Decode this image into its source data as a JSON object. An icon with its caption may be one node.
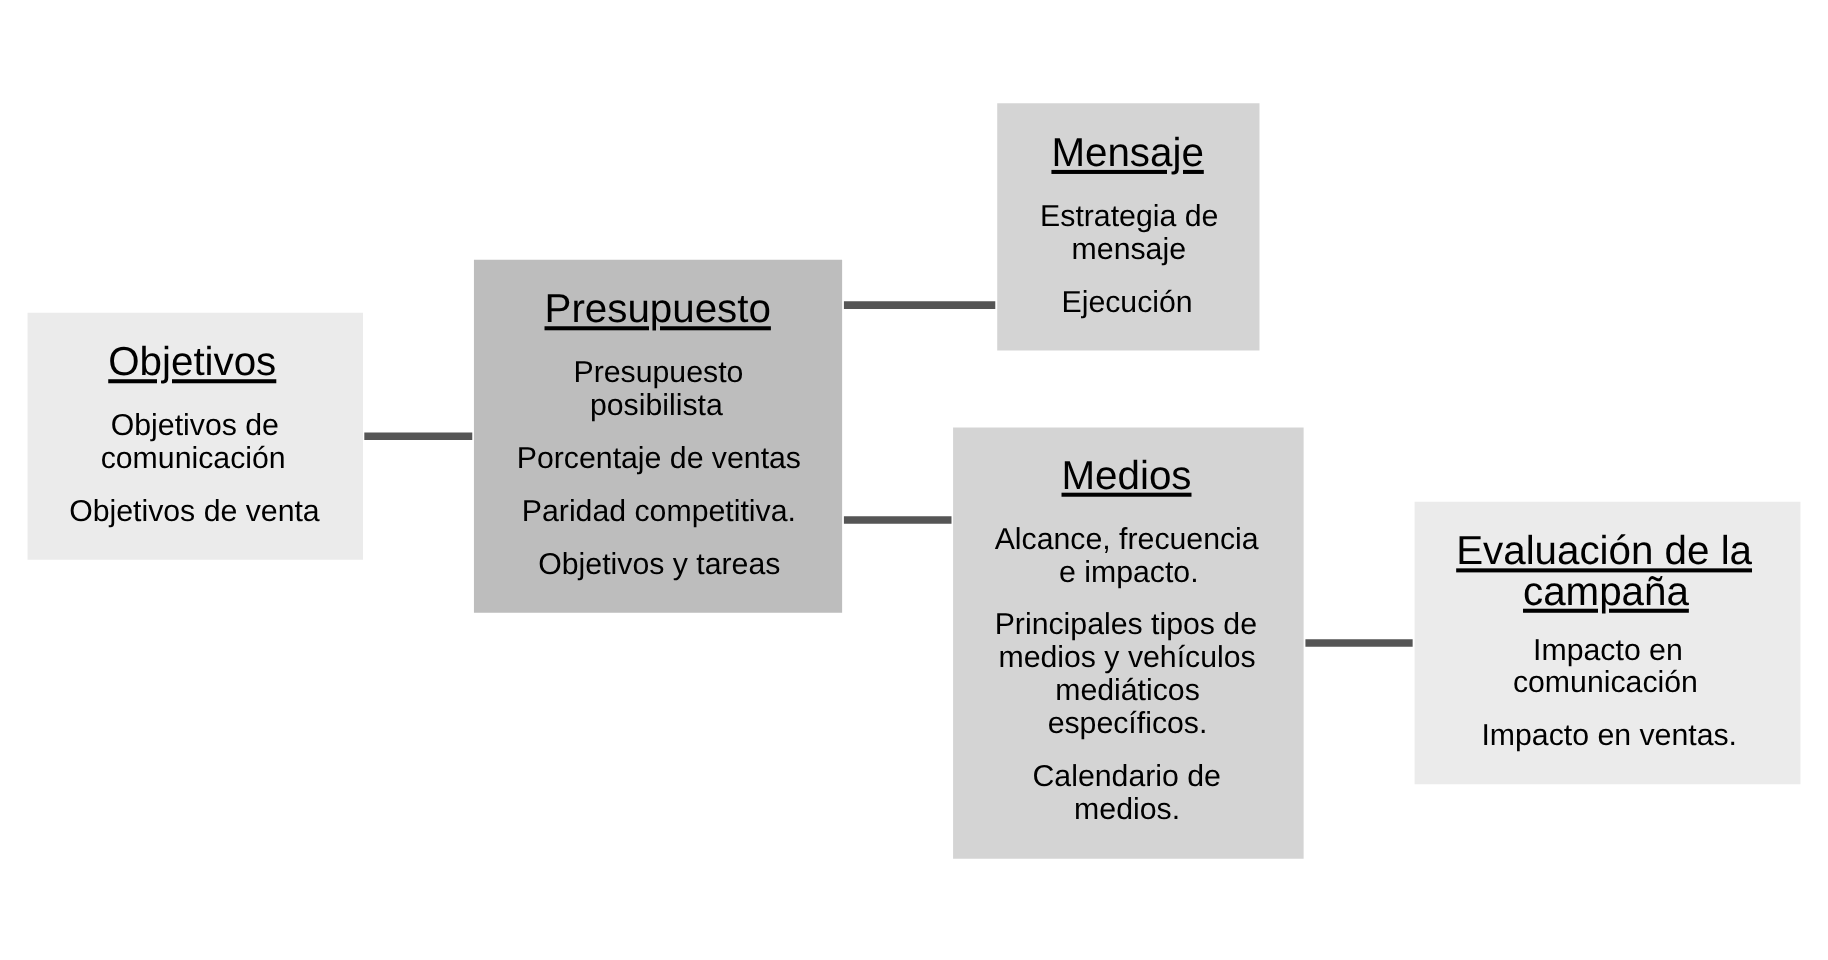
{
  "diagram": {
    "nodes": [
      {
        "text": [
          "Objetivos",
          "Objetivos de comunicación",
          "Objetivos de venta"
        ]
      },
      {
        "text": [
          "Presupuesto",
          "Presupuesto posibilista",
          "Porcentaje de ventas",
          "Paridad competitiva.",
          "Objetivos y tareas"
        ]
      },
      {
        "text": [
          "Mensaje",
          "Estrategia de mensaje",
          "Ejecución"
        ]
      },
      {
        "text": [
          "Medios",
          "Alcance, frecuencia e impacto.",
          "Principales tipos de medios y vehículos mediáticos específicos.",
          "Calendario de medios."
        ]
      },
      {
        "text": [
          "Evaluación de la campaña",
          "Impacto en comunicación",
          "Impacto en ventas."
        ]
      }
    ],
    "edges": [
      {
        "from": 0,
        "to": 1,
        "arrow": "none"
      },
      {
        "from": 1,
        "to": 2,
        "arrow": "none"
      },
      {
        "from": 1,
        "to": 3,
        "arrow": "none"
      },
      {
        "from": 3,
        "to": 4,
        "arrow": "none"
      }
    ]
  }
}
